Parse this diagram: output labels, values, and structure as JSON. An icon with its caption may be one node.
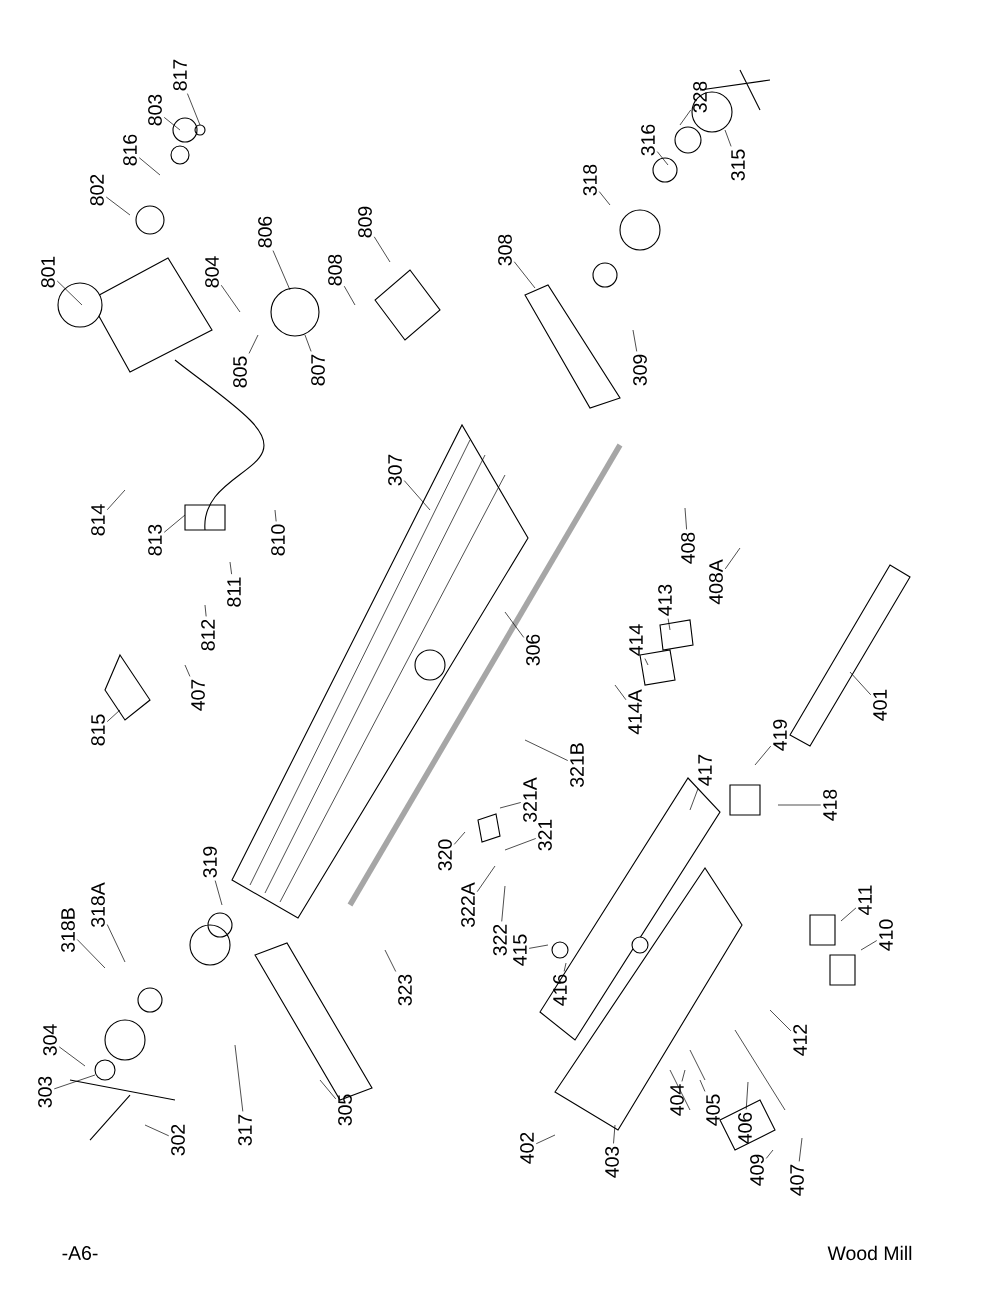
{
  "diagram": {
    "nodes": [
      {
        "text": [
          "801"
        ]
      },
      {
        "text": [
          "802"
        ]
      },
      {
        "text": [
          "816"
        ]
      },
      {
        "text": [
          "803"
        ]
      },
      {
        "text": [
          "817"
        ]
      },
      {
        "text": [
          "804"
        ]
      },
      {
        "text": [
          "806"
        ]
      },
      {
        "text": [
          "808"
        ]
      },
      {
        "text": [
          "809"
        ]
      },
      {
        "text": [
          "805"
        ]
      },
      {
        "text": [
          "807"
        ]
      },
      {
        "text": [
          "814"
        ]
      },
      {
        "text": [
          "813"
        ]
      },
      {
        "text": [
          "810"
        ]
      },
      {
        "text": [
          "811"
        ]
      },
      {
        "text": [
          "812"
        ]
      },
      {
        "text": [
          "815"
        ]
      },
      {
        "text": [
          "407"
        ]
      },
      {
        "text": [
          "308"
        ]
      },
      {
        "text": [
          "318"
        ]
      },
      {
        "text": [
          "316"
        ]
      },
      {
        "text": [
          "328"
        ]
      },
      {
        "text": [
          "315"
        ]
      },
      {
        "text": [
          "309"
        ]
      },
      {
        "text": [
          "307"
        ]
      },
      {
        "text": [
          "306"
        ]
      },
      {
        "text": [
          "408"
        ]
      },
      {
        "text": [
          "408A"
        ]
      },
      {
        "text": [
          "413"
        ]
      },
      {
        "text": [
          "414"
        ]
      },
      {
        "text": [
          "414A"
        ]
      },
      {
        "text": [
          "401"
        ]
      },
      {
        "text": [
          "419"
        ]
      },
      {
        "text": [
          "417"
        ]
      },
      {
        "text": [
          "418"
        ]
      },
      {
        "text": [
          "321B"
        ]
      },
      {
        "text": [
          "321A"
        ]
      },
      {
        "text": [
          "321"
        ]
      },
      {
        "text": [
          "320"
        ]
      },
      {
        "text": [
          "322A"
        ]
      },
      {
        "text": [
          "322"
        ]
      },
      {
        "text": [
          "319"
        ]
      },
      {
        "text": [
          "318B"
        ]
      },
      {
        "text": [
          "318A"
        ]
      },
      {
        "text": [
          "323"
        ]
      },
      {
        "text": [
          "304"
        ]
      },
      {
        "text": [
          "303"
        ]
      },
      {
        "text": [
          "302"
        ]
      },
      {
        "text": [
          "317"
        ]
      },
      {
        "text": [
          "305"
        ]
      },
      {
        "text": [
          "415"
        ]
      },
      {
        "text": [
          "416"
        ]
      },
      {
        "text": [
          "402"
        ]
      },
      {
        "text": [
          "403"
        ]
      },
      {
        "text": [
          "404"
        ]
      },
      {
        "text": [
          "405"
        ]
      },
      {
        "text": [
          "406"
        ]
      },
      {
        "text": [
          "409"
        ]
      },
      {
        "text": [
          "407"
        ]
      },
      {
        "text": [
          "412"
        ]
      },
      {
        "text": [
          "411"
        ]
      },
      {
        "text": [
          "410"
        ]
      }
    ],
    "edges": [
      {
        "from": 0,
        "to": null,
        "arrow": "none"
      },
      {
        "from": 1,
        "to": null,
        "arrow": "none"
      },
      {
        "from": 2,
        "to": null,
        "arrow": "none"
      },
      {
        "from": 3,
        "to": null,
        "arrow": "none"
      },
      {
        "from": 4,
        "to": null,
        "arrow": "none"
      },
      {
        "from": 5,
        "to": null,
        "arrow": "none"
      },
      {
        "from": 6,
        "to": null,
        "arrow": "none"
      },
      {
        "from": 7,
        "to": null,
        "arrow": "none"
      },
      {
        "from": 8,
        "to": null,
        "arrow": "none"
      },
      {
        "from": 9,
        "to": null,
        "arrow": "none"
      },
      {
        "from": 10,
        "to": null,
        "arrow": "none"
      },
      {
        "from": 11,
        "to": null,
        "arrow": "none"
      },
      {
        "from": 12,
        "to": null,
        "arrow": "none"
      },
      {
        "from": 13,
        "to": null,
        "arrow": "none"
      },
      {
        "from": 14,
        "to": null,
        "arrow": "none"
      },
      {
        "from": 15,
        "to": null,
        "arrow": "none"
      },
      {
        "from": 16,
        "to": null,
        "arrow": "none"
      },
      {
        "from": 17,
        "to": null,
        "arrow": "none"
      },
      {
        "from": 18,
        "to": null,
        "arrow": "none"
      },
      {
        "from": 19,
        "to": null,
        "arrow": "none"
      },
      {
        "from": 20,
        "to": null,
        "arrow": "none"
      },
      {
        "from": 21,
        "to": null,
        "arrow": "none"
      },
      {
        "from": 22,
        "to": null,
        "arrow": "none"
      },
      {
        "from": 23,
        "to": null,
        "arrow": "none"
      },
      {
        "from": 24,
        "to": null,
        "arrow": "none"
      },
      {
        "from": 25,
        "to": null,
        "arrow": "none"
      },
      {
        "from": 26,
        "to": null,
        "arrow": "none"
      },
      {
        "from": 27,
        "to": null,
        "arrow": "none"
      },
      {
        "from": 28,
        "to": null,
        "arrow": "none"
      },
      {
        "from": 29,
        "to": null,
        "arrow": "none"
      },
      {
        "from": 30,
        "to": null,
        "arrow": "none"
      },
      {
        "from": 31,
        "to": null,
        "arrow": "none"
      },
      {
        "from": 32,
        "to": null,
        "arrow": "none"
      },
      {
        "from": 33,
        "to": null,
        "arrow": "none"
      },
      {
        "from": 34,
        "to": null,
        "arrow": "none"
      },
      {
        "from": 35,
        "to": null,
        "arrow": "none"
      },
      {
        "from": 36,
        "to": null,
        "arrow": "none"
      },
      {
        "from": 37,
        "to": null,
        "arrow": "none"
      },
      {
        "from": 38,
        "to": null,
        "arrow": "none"
      },
      {
        "from": 39,
        "to": null,
        "arrow": "none"
      },
      {
        "from": 40,
        "to": null,
        "arrow": "none"
      },
      {
        "from": 41,
        "to": null,
        "arrow": "none"
      },
      {
        "from": 42,
        "to": null,
        "arrow": "none"
      },
      {
        "from": 43,
        "to": null,
        "arrow": "none"
      },
      {
        "from": 44,
        "to": null,
        "arrow": "none"
      },
      {
        "from": 45,
        "to": null,
        "arrow": "none"
      },
      {
        "from": 46,
        "to": null,
        "arrow": "none"
      },
      {
        "from": 47,
        "to": null,
        "arrow": "none"
      },
      {
        "from": 48,
        "to": null,
        "arrow": "none"
      },
      {
        "from": 49,
        "to": null,
        "arrow": "none"
      },
      {
        "from": 50,
        "to": null,
        "arrow": "none"
      },
      {
        "from": 51,
        "to": null,
        "arrow": "none"
      },
      {
        "from": 52,
        "to": null,
        "arrow": "none"
      },
      {
        "from": 53,
        "to": null,
        "arrow": "none"
      },
      {
        "from": 54,
        "to": null,
        "arrow": "none"
      },
      {
        "from": 55,
        "to": null,
        "arrow": "none"
      },
      {
        "from": 56,
        "to": null,
        "arrow": "none"
      },
      {
        "from": 57,
        "to": null,
        "arrow": "none"
      },
      {
        "from": 58,
        "to": null,
        "arrow": "none"
      },
      {
        "from": 59,
        "to": null,
        "arrow": "none"
      },
      {
        "from": 60,
        "to": null,
        "arrow": "none"
      },
      {
        "from": 61,
        "to": null,
        "arrow": "none"
      }
    ],
    "labels": [
      "-A6-",
      "Wood Mill"
    ]
  }
}
